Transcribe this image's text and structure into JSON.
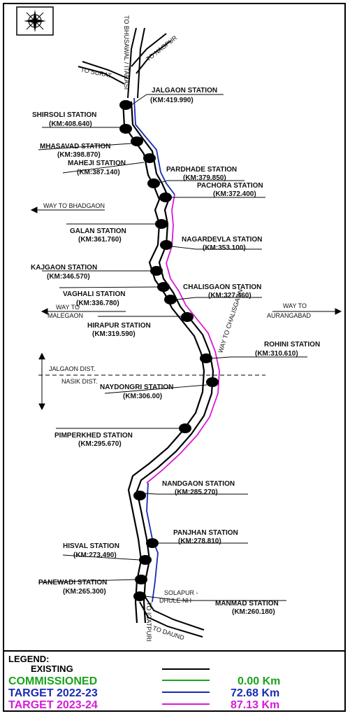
{
  "stations": [
    {
      "name": "JALGAON STATION",
      "km": "(KM:419.990)"
    },
    {
      "name": "SHIRSOLI STATION",
      "km": "(KM:408.640)"
    },
    {
      "name": "MHASAVAD STATION",
      "km": "(KM:398.870)"
    },
    {
      "name": "MAHEJI STATION",
      "km": "(KM:387.140)"
    },
    {
      "name": "PARDHADE STATION",
      "km": "(KM:379.850)"
    },
    {
      "name": "PACHORA STATION",
      "km": "(KM:372.400)"
    },
    {
      "name": "GALAN STATION",
      "km": "(KM:361.760)"
    },
    {
      "name": "NAGARDEVLA STATION",
      "km": "(KM:353.100)"
    },
    {
      "name": "KAJGAON STATION",
      "km": "(KM:346.570)"
    },
    {
      "name": "CHALISGAON STATION",
      "km": "(KM:327.460)"
    },
    {
      "name": "VAGHALI STATION",
      "km": "(KM:336.780)"
    },
    {
      "name": "HIRAPUR STATION",
      "km": "(KM:319.590)"
    },
    {
      "name": "ROHINI STATION",
      "km": "(KM:310.610)"
    },
    {
      "name": "NAYDONGRI STATION",
      "km": "(KM:306.00)"
    },
    {
      "name": "PIMPERKHED STATION",
      "km": "(KM:295.670)"
    },
    {
      "name": "NANDGAON STATION",
      "km": "(KM:285.270)"
    },
    {
      "name": "PANJHAN STATION",
      "km": "(KM:278.810)"
    },
    {
      "name": "HISVAL STATION",
      "km": "(KM:273.490)"
    },
    {
      "name": "PANEWADI STATION",
      "km": "(KM:265.300)"
    },
    {
      "name": "MANMAD STATION",
      "km": "(KM:260.180)"
    }
  ],
  "directions": {
    "bhusawal": "TO BHUSAWAL / ITARASI",
    "nagpur": "TO NAGPUR",
    "surat": "TO SURAT",
    "bhadgaon": "WAY TO BHADGAON",
    "malegaon_1": "WAY TO",
    "malegaon_2": "MALEGAON",
    "aurangabad_1": "WAY TO",
    "aurangabad_2": "AURANGABAD",
    "chalisgaon": "WAY TO CHALISGAON",
    "igatpuri": "TO IGATPURI",
    "daund": "TO DAUND",
    "highway_1": "SOLAPUR -",
    "highway_2": "DHULE NH"
  },
  "districts": {
    "north": "JALGAON DIST.",
    "south": "NASIK DIST."
  },
  "legend": {
    "title": "LEGEND:",
    "rows": [
      {
        "label": "EXISTING",
        "value": "",
        "color": "#000000"
      },
      {
        "label": "COMMISSIONED",
        "value": "0.00 Km",
        "color": "#1aa31a"
      },
      {
        "label": "TARGET 2022-23",
        "value": "72.68 Km",
        "color": "#1a2bb3"
      },
      {
        "label": "TARGET 2023-24",
        "value": "87.13 Km",
        "color": "#d81ad8"
      }
    ]
  },
  "icons": {
    "compass": "compass-rose-icon"
  }
}
